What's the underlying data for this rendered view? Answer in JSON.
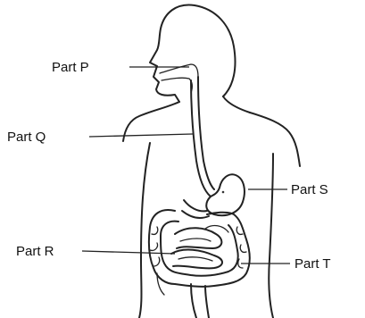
{
  "labels": {
    "p": "Part P",
    "q": "Part Q",
    "r": "Part R",
    "s": "Part S",
    "t": "Part T"
  },
  "colors": {
    "ink": "#222222",
    "background": "#ffffff"
  }
}
